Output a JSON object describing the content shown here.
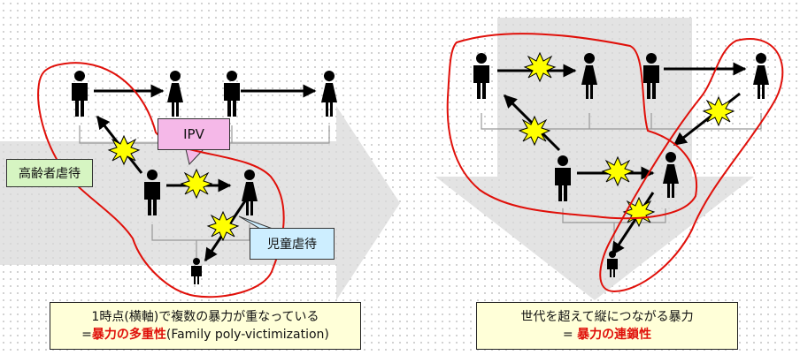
{
  "left": {
    "labels": {
      "ipv": "IPV",
      "elder_abuse": "高齢者虐待",
      "child_abuse": "児童虐待"
    },
    "caption": {
      "line1": "1時点(横軸)で複数の暴力が重なっている",
      "line2_prefix": "=",
      "line2_highlight": "暴力の多重性",
      "line2_suffix": "(Family poly-victimization)"
    }
  },
  "right": {
    "caption": {
      "line1": "世代を超えて縦につながる暴力",
      "line2_prefix": "= ",
      "line2_highlight": "暴力の連鎖性"
    }
  },
  "colors": {
    "outline_red": "#e0100a",
    "highlight_red": "#e0100a",
    "burst_yellow": "#ffff00",
    "arrow_gray": "#d9d9d9",
    "ipv_bg": "#f5b8e8",
    "elder_bg": "#d6f5c2",
    "child_bg": "#cdeeff",
    "caption_bg": "#ffffd8"
  }
}
